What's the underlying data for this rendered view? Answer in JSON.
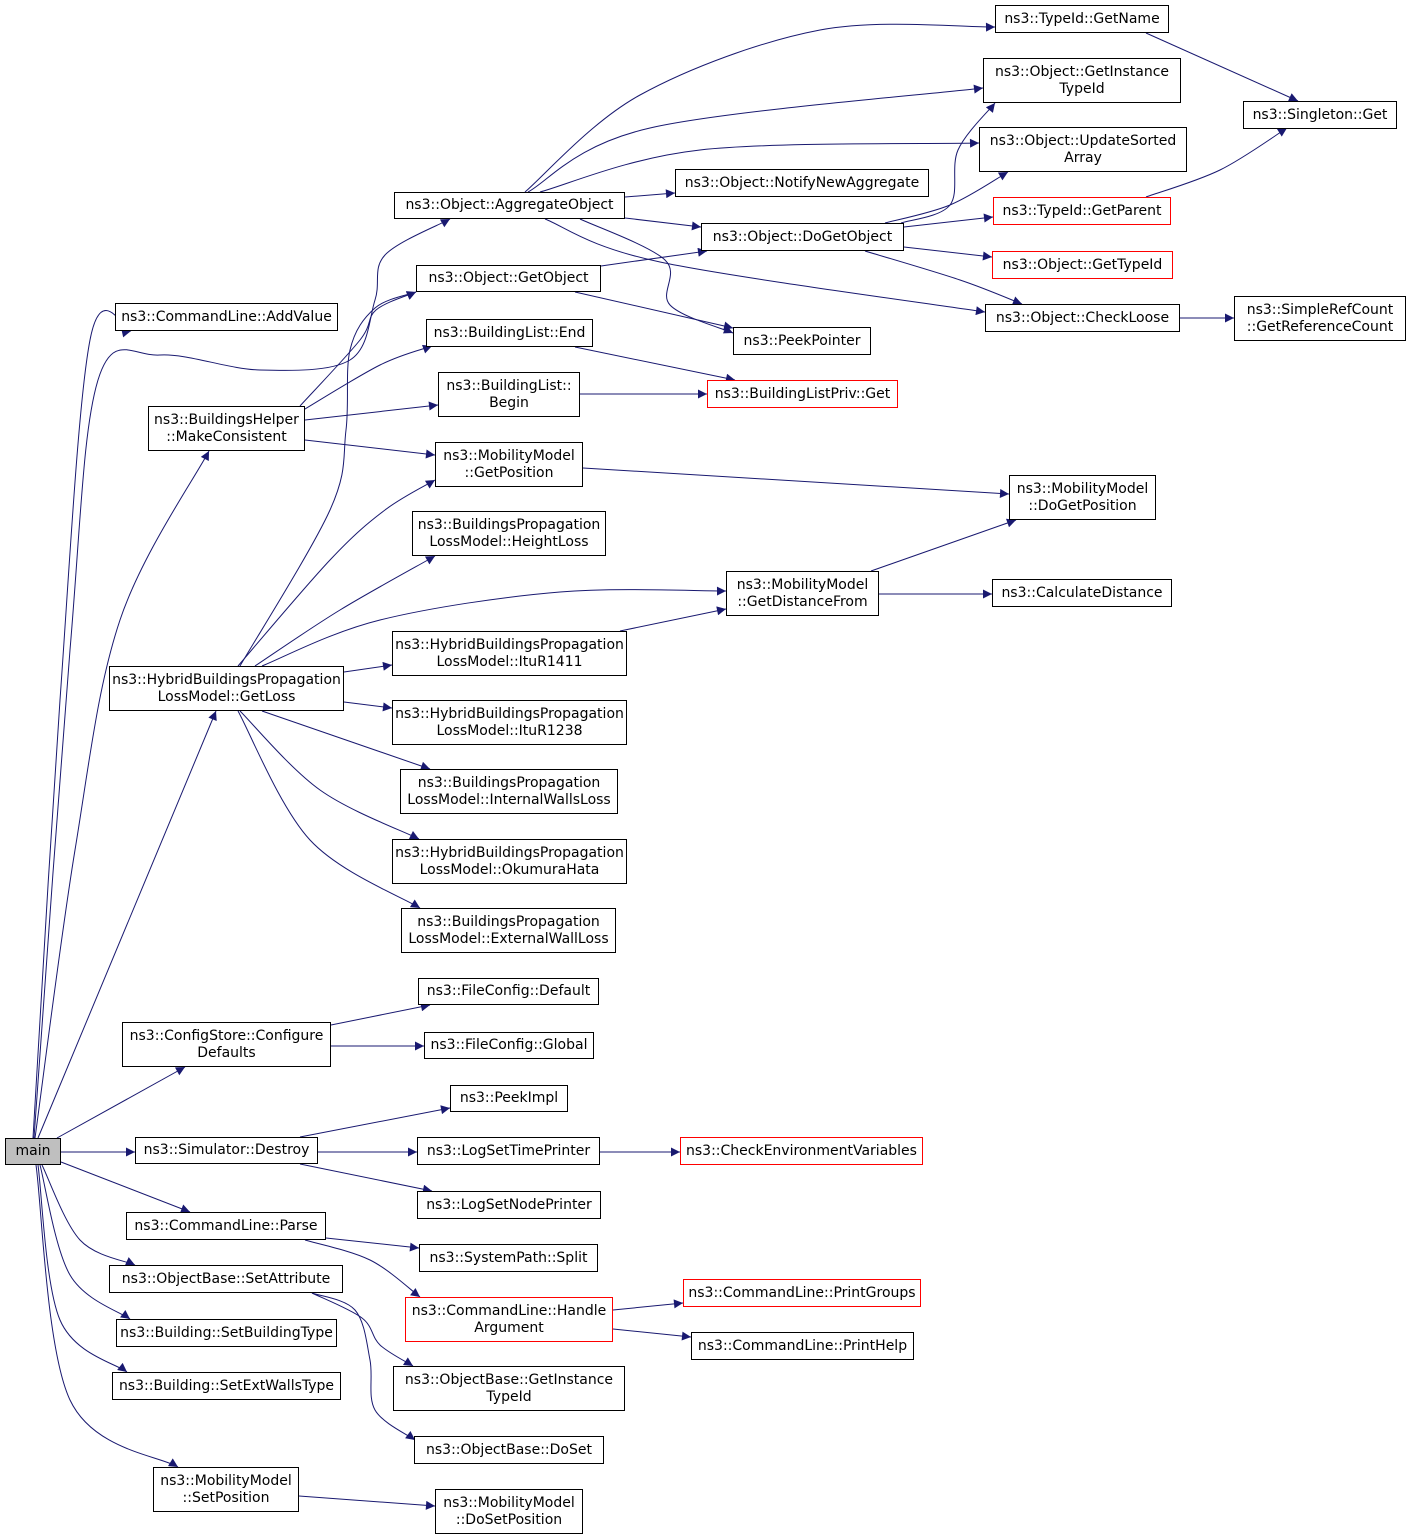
{
  "graph": {
    "edge_color": "#191970",
    "node_border": "#000000",
    "truncated_border": "#ff0000",
    "root_fill": "#bfbfbf",
    "nodes": {
      "main": {
        "lines": [
          "main"
        ],
        "type": "root"
      },
      "addvalue": {
        "lines": [
          "ns3::CommandLine::AddValue"
        ]
      },
      "aggregate": {
        "lines": [
          "ns3::Object::AggregateObject"
        ]
      },
      "getobject": {
        "lines": [
          "ns3::Object::GetObject"
        ]
      },
      "bl_end": {
        "lines": [
          "ns3::BuildingList::End"
        ]
      },
      "bl_begin": {
        "lines": [
          "ns3::BuildingList::",
          "Begin"
        ]
      },
      "bh_make": {
        "lines": [
          "ns3::BuildingsHelper",
          "::MakeConsistent"
        ]
      },
      "mm_getpos": {
        "lines": [
          "ns3::MobilityModel",
          "::GetPosition"
        ]
      },
      "bplm_height": {
        "lines": [
          "ns3::BuildingsPropagation",
          "LossModel::HeightLoss"
        ]
      },
      "mm_getdist": {
        "lines": [
          "ns3::MobilityModel",
          "::GetDistanceFrom"
        ]
      },
      "hb_itu1411": {
        "lines": [
          "ns3::HybridBuildingsPropagation",
          "LossModel::ItuR1411"
        ]
      },
      "hb_getloss": {
        "lines": [
          "ns3::HybridBuildingsPropagation",
          "LossModel::GetLoss"
        ]
      },
      "hb_itu1238": {
        "lines": [
          "ns3::HybridBuildingsPropagation",
          "LossModel::ItuR1238"
        ]
      },
      "bplm_internal": {
        "lines": [
          "ns3::BuildingsPropagation",
          "LossModel::InternalWallsLoss"
        ]
      },
      "hb_okumura": {
        "lines": [
          "ns3::HybridBuildingsPropagation",
          "LossModel::OkumuraHata"
        ]
      },
      "bplm_external": {
        "lines": [
          "ns3::BuildingsPropagation",
          "LossModel::ExternalWallLoss"
        ]
      },
      "fc_default": {
        "lines": [
          "ns3::FileConfig::Default"
        ]
      },
      "cs_configure": {
        "lines": [
          "ns3::ConfigStore::Configure",
          "Defaults"
        ]
      },
      "fc_global": {
        "lines": [
          "ns3::FileConfig::Global"
        ]
      },
      "peekimpl": {
        "lines": [
          "ns3::PeekImpl"
        ]
      },
      "sim_destroy": {
        "lines": [
          "ns3::Simulator::Destroy"
        ]
      },
      "logtime": {
        "lines": [
          "ns3::LogSetTimePrinter"
        ]
      },
      "checkenv": {
        "lines": [
          "ns3::CheckEnvironmentVariables"
        ],
        "type": "truncated"
      },
      "lognode": {
        "lines": [
          "ns3::LogSetNodePrinter"
        ]
      },
      "cl_parse": {
        "lines": [
          "ns3::CommandLine::Parse"
        ]
      },
      "sp_split": {
        "lines": [
          "ns3::SystemPath::Split"
        ]
      },
      "ob_setattr": {
        "lines": [
          "ns3::ObjectBase::SetAttribute"
        ]
      },
      "cl_handle": {
        "lines": [
          "ns3::CommandLine::Handle",
          "Argument"
        ],
        "type": "truncated"
      },
      "cl_printgroups": {
        "lines": [
          "ns3::CommandLine::PrintGroups"
        ],
        "type": "truncated"
      },
      "cl_printhelp": {
        "lines": [
          "ns3::CommandLine::PrintHelp"
        ]
      },
      "b_settype": {
        "lines": [
          "ns3::Building::SetBuildingType"
        ]
      },
      "b_setext": {
        "lines": [
          "ns3::Building::SetExtWallsType"
        ]
      },
      "ob_getinst": {
        "lines": [
          "ns3::ObjectBase::GetInstance",
          "TypeId"
        ]
      },
      "ob_doset": {
        "lines": [
          "ns3::ObjectBase::DoSet"
        ]
      },
      "mm_setpos": {
        "lines": [
          "ns3::MobilityModel",
          "::SetPosition"
        ]
      },
      "mm_dosetpos": {
        "lines": [
          "ns3::MobilityModel",
          "::DoSetPosition"
        ]
      },
      "tid_getname": {
        "lines": [
          "ns3::TypeId::GetName"
        ]
      },
      "obj_getinst": {
        "lines": [
          "ns3::Object::GetInstance",
          "TypeId"
        ]
      },
      "singleton": {
        "lines": [
          "ns3::Singleton::Get"
        ]
      },
      "obj_update": {
        "lines": [
          "ns3::Object::UpdateSorted",
          "Array"
        ]
      },
      "obj_notify": {
        "lines": [
          "ns3::Object::NotifyNewAggregate"
        ]
      },
      "tid_getparent": {
        "lines": [
          "ns3::TypeId::GetParent"
        ],
        "type": "truncated"
      },
      "obj_doget": {
        "lines": [
          "ns3::Object::DoGetObject"
        ]
      },
      "obj_gettypeid": {
        "lines": [
          "ns3::Object::GetTypeId"
        ],
        "type": "truncated"
      },
      "obj_checkloose": {
        "lines": [
          "ns3::Object::CheckLoose"
        ]
      },
      "simpleref": {
        "lines": [
          "ns3::SimpleRefCount",
          "::GetReferenceCount"
        ]
      },
      "peekpointer": {
        "lines": [
          "ns3::PeekPointer"
        ]
      },
      "blp_get": {
        "lines": [
          "ns3::BuildingListPriv::Get"
        ],
        "type": "truncated"
      },
      "mm_dogetpos": {
        "lines": [
          "ns3::MobilityModel",
          "::DoGetPosition"
        ]
      },
      "calcdist": {
        "lines": [
          "ns3::CalculateDistance"
        ]
      }
    },
    "edges": [
      [
        "main",
        "addvalue"
      ],
      [
        "main",
        "aggregate"
      ],
      [
        "main",
        "bh_make"
      ],
      [
        "main",
        "hb_getloss"
      ],
      [
        "main",
        "cs_configure"
      ],
      [
        "main",
        "sim_destroy"
      ],
      [
        "main",
        "cl_parse"
      ],
      [
        "main",
        "ob_setattr"
      ],
      [
        "main",
        "b_settype"
      ],
      [
        "main",
        "b_setext"
      ],
      [
        "main",
        "mm_setpos"
      ],
      [
        "aggregate",
        "tid_getname"
      ],
      [
        "aggregate",
        "obj_getinst"
      ],
      [
        "aggregate",
        "obj_update"
      ],
      [
        "aggregate",
        "obj_notify"
      ],
      [
        "aggregate",
        "obj_doget"
      ],
      [
        "aggregate",
        "obj_checkloose"
      ],
      [
        "aggregate",
        "peekpointer"
      ],
      [
        "getobject",
        "obj_doget"
      ],
      [
        "getobject",
        "peekpointer"
      ],
      [
        "bh_make",
        "getobject"
      ],
      [
        "bh_make",
        "bl_end"
      ],
      [
        "bh_make",
        "bl_begin"
      ],
      [
        "bh_make",
        "mm_getpos"
      ],
      [
        "bl_end",
        "blp_get"
      ],
      [
        "bl_begin",
        "blp_get"
      ],
      [
        "mm_getpos",
        "mm_dogetpos"
      ],
      [
        "hb_getloss",
        "getobject"
      ],
      [
        "hb_getloss",
        "mm_getpos"
      ],
      [
        "hb_getloss",
        "bplm_height"
      ],
      [
        "hb_getloss",
        "mm_getdist"
      ],
      [
        "hb_getloss",
        "hb_itu1411"
      ],
      [
        "hb_getloss",
        "hb_itu1238"
      ],
      [
        "hb_getloss",
        "bplm_internal"
      ],
      [
        "hb_getloss",
        "hb_okumura"
      ],
      [
        "hb_getloss",
        "bplm_external"
      ],
      [
        "hb_itu1411",
        "mm_getdist"
      ],
      [
        "mm_getdist",
        "mm_dogetpos"
      ],
      [
        "mm_getdist",
        "calcdist"
      ],
      [
        "cs_configure",
        "fc_default"
      ],
      [
        "cs_configure",
        "fc_global"
      ],
      [
        "sim_destroy",
        "peekimpl"
      ],
      [
        "sim_destroy",
        "logtime"
      ],
      [
        "sim_destroy",
        "lognode"
      ],
      [
        "logtime",
        "checkenv"
      ],
      [
        "cl_parse",
        "sp_split"
      ],
      [
        "cl_parse",
        "cl_handle"
      ],
      [
        "cl_handle",
        "cl_printgroups"
      ],
      [
        "cl_handle",
        "cl_printhelp"
      ],
      [
        "ob_setattr",
        "ob_getinst"
      ],
      [
        "ob_setattr",
        "ob_doset"
      ],
      [
        "mm_setpos",
        "mm_dosetpos"
      ],
      [
        "obj_doget",
        "obj_getinst"
      ],
      [
        "obj_doget",
        "obj_update"
      ],
      [
        "obj_doget",
        "tid_getparent"
      ],
      [
        "obj_doget",
        "obj_gettypeid"
      ],
      [
        "obj_doget",
        "obj_checkloose"
      ],
      [
        "tid_getname",
        "singleton"
      ],
      [
        "tid_getparent",
        "singleton"
      ],
      [
        "obj_checkloose",
        "simpleref"
      ]
    ]
  }
}
